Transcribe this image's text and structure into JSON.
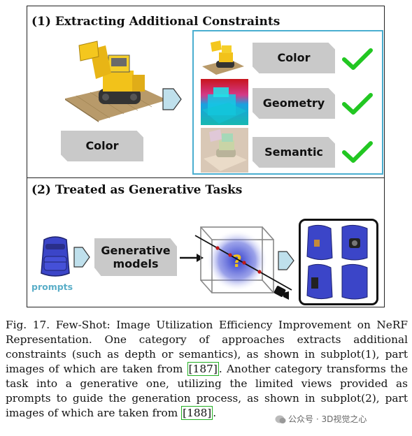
{
  "panel1": {
    "title": "(1) Extracting Additional Constraints",
    "source_tag": "Color",
    "constraints": [
      "Color",
      "Geometry",
      "Semantic"
    ]
  },
  "panel2": {
    "title": "(2) Treated as Generative Tasks",
    "prompts_label": "prompts",
    "generative_tag_line1": "Generative",
    "generative_tag_line2": "models",
    "unknown_mark": "?"
  },
  "caption": {
    "text_before_ref1": "Fig. 17. Few-Shot: Image Utilization Efficiency Improvement on NeRF Representation. One category of approaches extracts additional constraints (such as depth or semantics), as shown in subplot(1), part images of which are taken from ",
    "ref1": "[187]",
    "text_between": ". Another category transforms the task into a generative one, utilizing the limited views provided as prompts to guide the generation process, as shown in subplot(2), part images of which are taken from ",
    "ref2": "[188]",
    "text_after": "."
  },
  "watermark": "公众号 · 3D视觉之心",
  "colors": {
    "check_green": "#22c722",
    "arrow_fill": "#bfe0ec",
    "inner_border": "#4aaed0",
    "tag_gray": "#c9c9c9",
    "backpack_blue": "#3b45c8"
  },
  "icons": [
    "bulldozer-image",
    "depth-map-image",
    "semantic-map-image",
    "backpack-image",
    "camera-icon",
    "check-icon",
    "arrow-pentagon-icon"
  ]
}
